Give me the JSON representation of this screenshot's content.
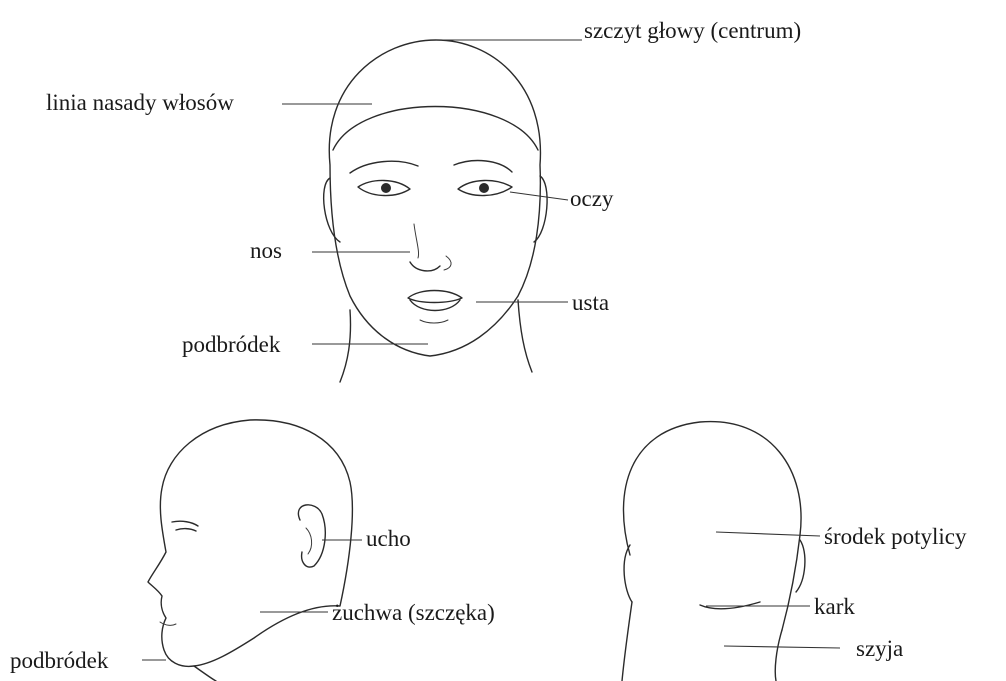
{
  "colors": {
    "ink": "#2b2b2b",
    "background": "#ffffff"
  },
  "labels": {
    "crown": "szczyt głowy (centrum)",
    "hairline": "linia nasady włosów",
    "eyes": "oczy",
    "nose": "nos",
    "mouth": "usta",
    "chin_front": "podbródek",
    "ear": "ucho",
    "jaw": "żuchwa (szczęka)",
    "chin_side": "podbródek",
    "occiput_center": "środek potylicy",
    "nape": "kark",
    "neck": "szyja"
  }
}
